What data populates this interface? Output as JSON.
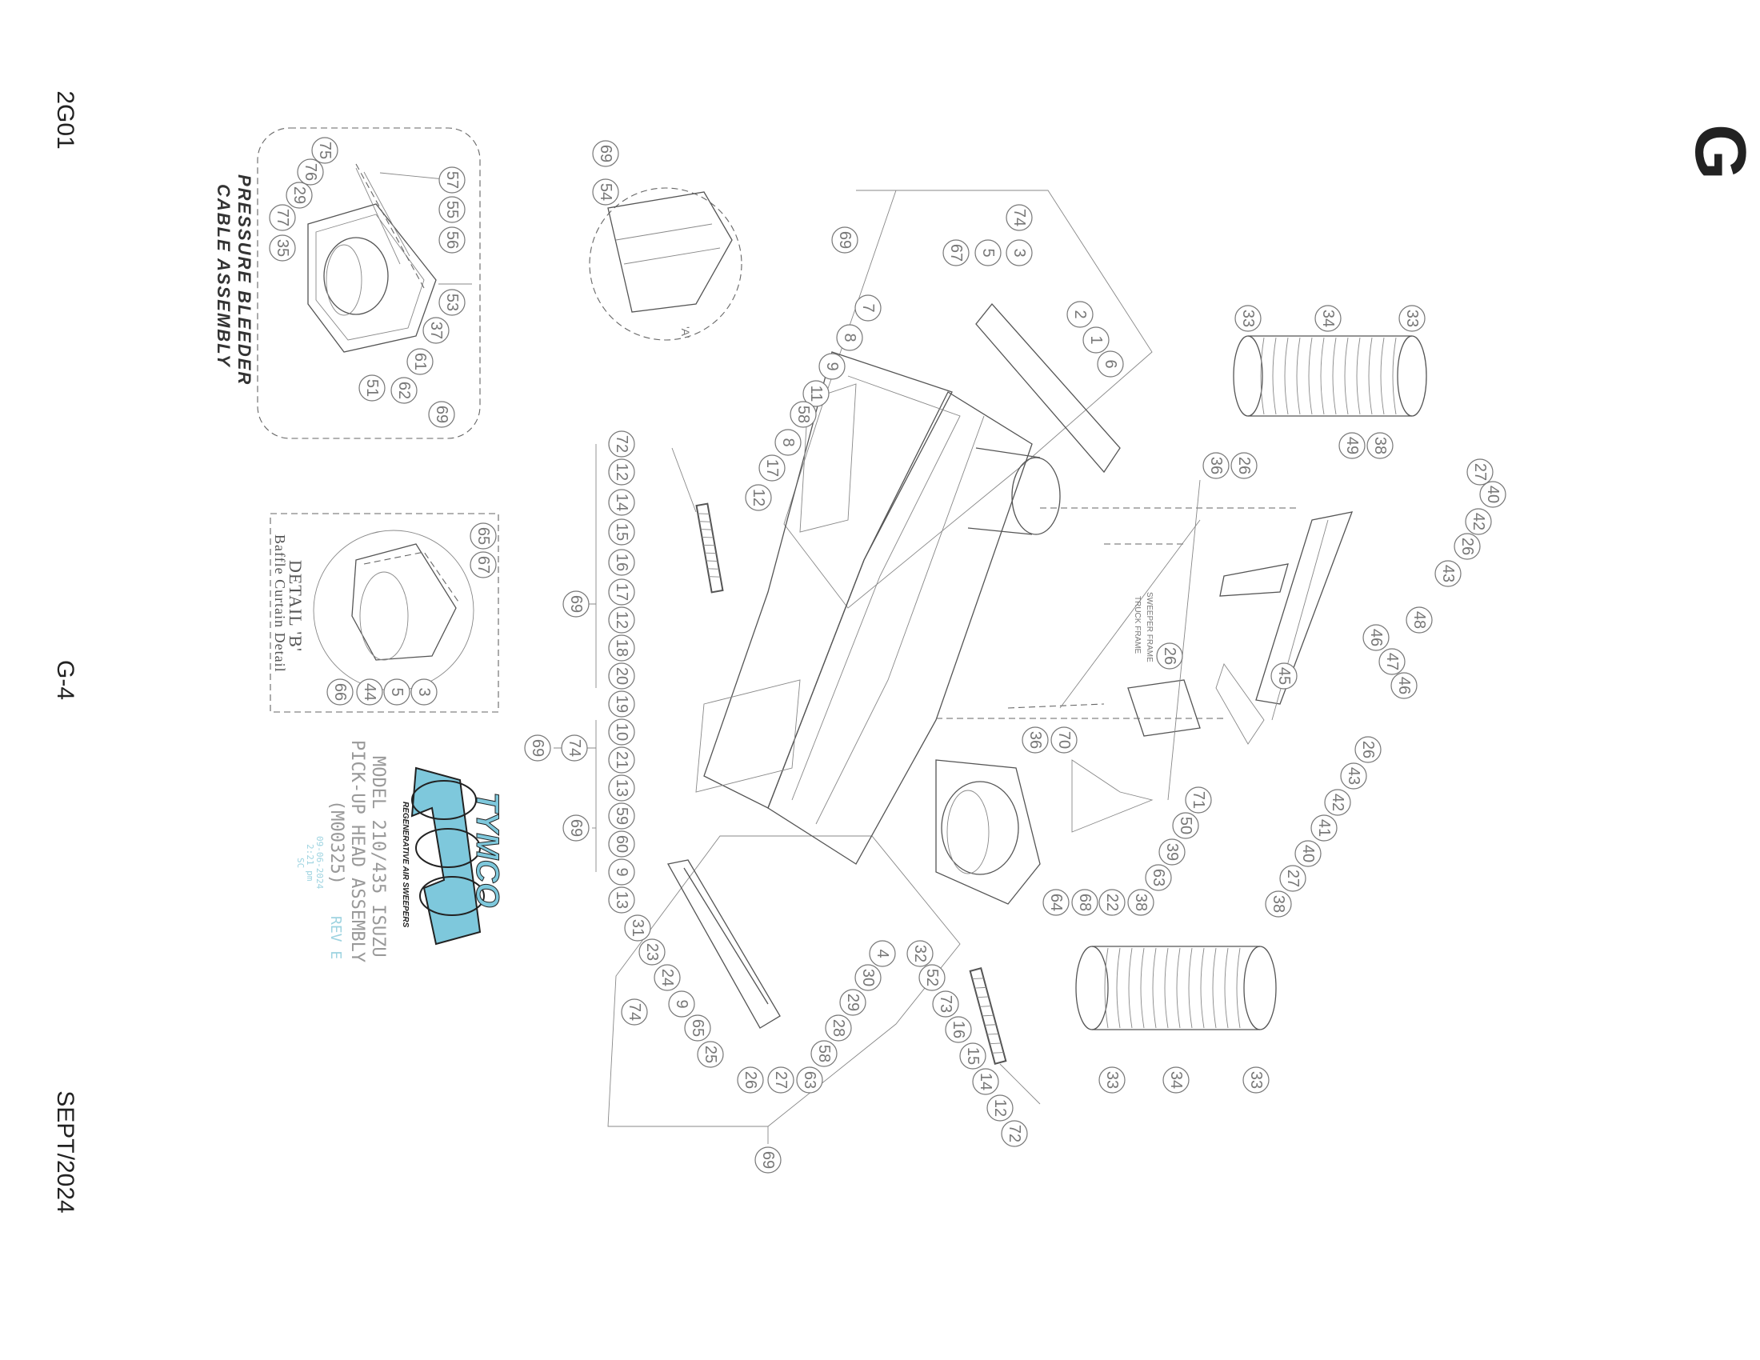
{
  "margin": {
    "sheet_code": "2G01",
    "page_number": "G-4",
    "date": "SEPT/2024",
    "section_letter": "G"
  },
  "title_block": {
    "brand": "TYMCO",
    "tagline": "REGENERATIVE AIR SWEEPERS",
    "line1": "MODEL 210/435 ISUZU",
    "line2": "PICK-UP HEAD ASSEMBLY",
    "line3": "(M00325)",
    "revision": "REV E",
    "stamp_date": "09-06-2024",
    "stamp_time": "2:21 pm",
    "stamp_initials": "SC",
    "brand_color": "#7ec8dc"
  },
  "insets": {
    "pressure_bleeder_line1": "PRESSURE BLEEDER",
    "pressure_bleeder_line2": "CABLE ASSEMBLY",
    "detail_title": "DETAIL 'B'",
    "detail_subtitle": "Baffle Curtain Detail",
    "detail_a_mark": "'A'"
  },
  "frame_labels": {
    "sweeper_frame": "SWEEPER FRAME",
    "truck_frame": "TRUCK FRAME"
  },
  "callouts": {
    "c1": "69",
    "c2": "54",
    "c3": "57",
    "c4": "55",
    "c5": "56",
    "c6": "75",
    "c7": "76",
    "c8": "29",
    "c9": "77",
    "c10": "35",
    "c11": "53",
    "c12": "37",
    "c13": "61",
    "c14": "51",
    "c15": "62",
    "c16": "69",
    "c17": "65",
    "c18": "67",
    "c19": "66",
    "c20": "44",
    "c21": "5",
    "c22": "3",
    "c23": "69",
    "c24": "67",
    "c25": "5",
    "c26": "74",
    "c27": "3",
    "c28": "2",
    "c29": "1",
    "c30": "6",
    "c31": "7",
    "c32": "8",
    "c33": "9",
    "c34": "11",
    "c35": "58",
    "c36": "8",
    "c37": "17",
    "c38": "12",
    "c39": "72",
    "c40": "12",
    "c41": "14",
    "c42": "15",
    "c43": "16",
    "c44": "17",
    "c45": "12",
    "c46": "18",
    "c47": "20",
    "c48": "19",
    "c49": "10",
    "c50": "21",
    "c51": "13",
    "c52": "59",
    "c53": "60",
    "c54": "9",
    "c55": "13",
    "c56": "69",
    "c57": "69",
    "c58": "74",
    "c59": "69",
    "c60": "31",
    "c61": "23",
    "c62": "24",
    "c63": "9",
    "c64": "65",
    "c65": "25",
    "c66": "74",
    "c67": "26",
    "c68": "27",
    "c69": "63",
    "c70": "58",
    "c71": "28",
    "c72": "29",
    "c73": "30",
    "c74": "4",
    "c75": "32",
    "c76": "52",
    "c77": "73",
    "c78": "16",
    "c79": "15",
    "c80": "14",
    "c81": "12",
    "c82": "72",
    "c83": "69",
    "c84": "33",
    "c85": "34",
    "c86": "33",
    "c87": "33",
    "c88": "34",
    "c89": "33",
    "c90": "36",
    "c91": "26",
    "c92": "49",
    "c93": "38",
    "c94": "27",
    "c95": "40",
    "c96": "42",
    "c97": "26",
    "c98": "43",
    "c99": "48",
    "c100": "46",
    "c101": "47",
    "c102": "46",
    "c103": "45",
    "c104": "26",
    "c105": "36",
    "c106": "70",
    "c107": "71",
    "c108": "50",
    "c109": "39",
    "c110": "63",
    "c111": "38",
    "c112": "22",
    "c113": "68",
    "c114": "64",
    "c115": "26",
    "c116": "43",
    "c117": "42",
    "c118": "41",
    "c119": "40",
    "c120": "27",
    "c121": "38"
  },
  "colors": {
    "line": "#555555",
    "callout": "#777777",
    "margin_text": "#222222"
  }
}
